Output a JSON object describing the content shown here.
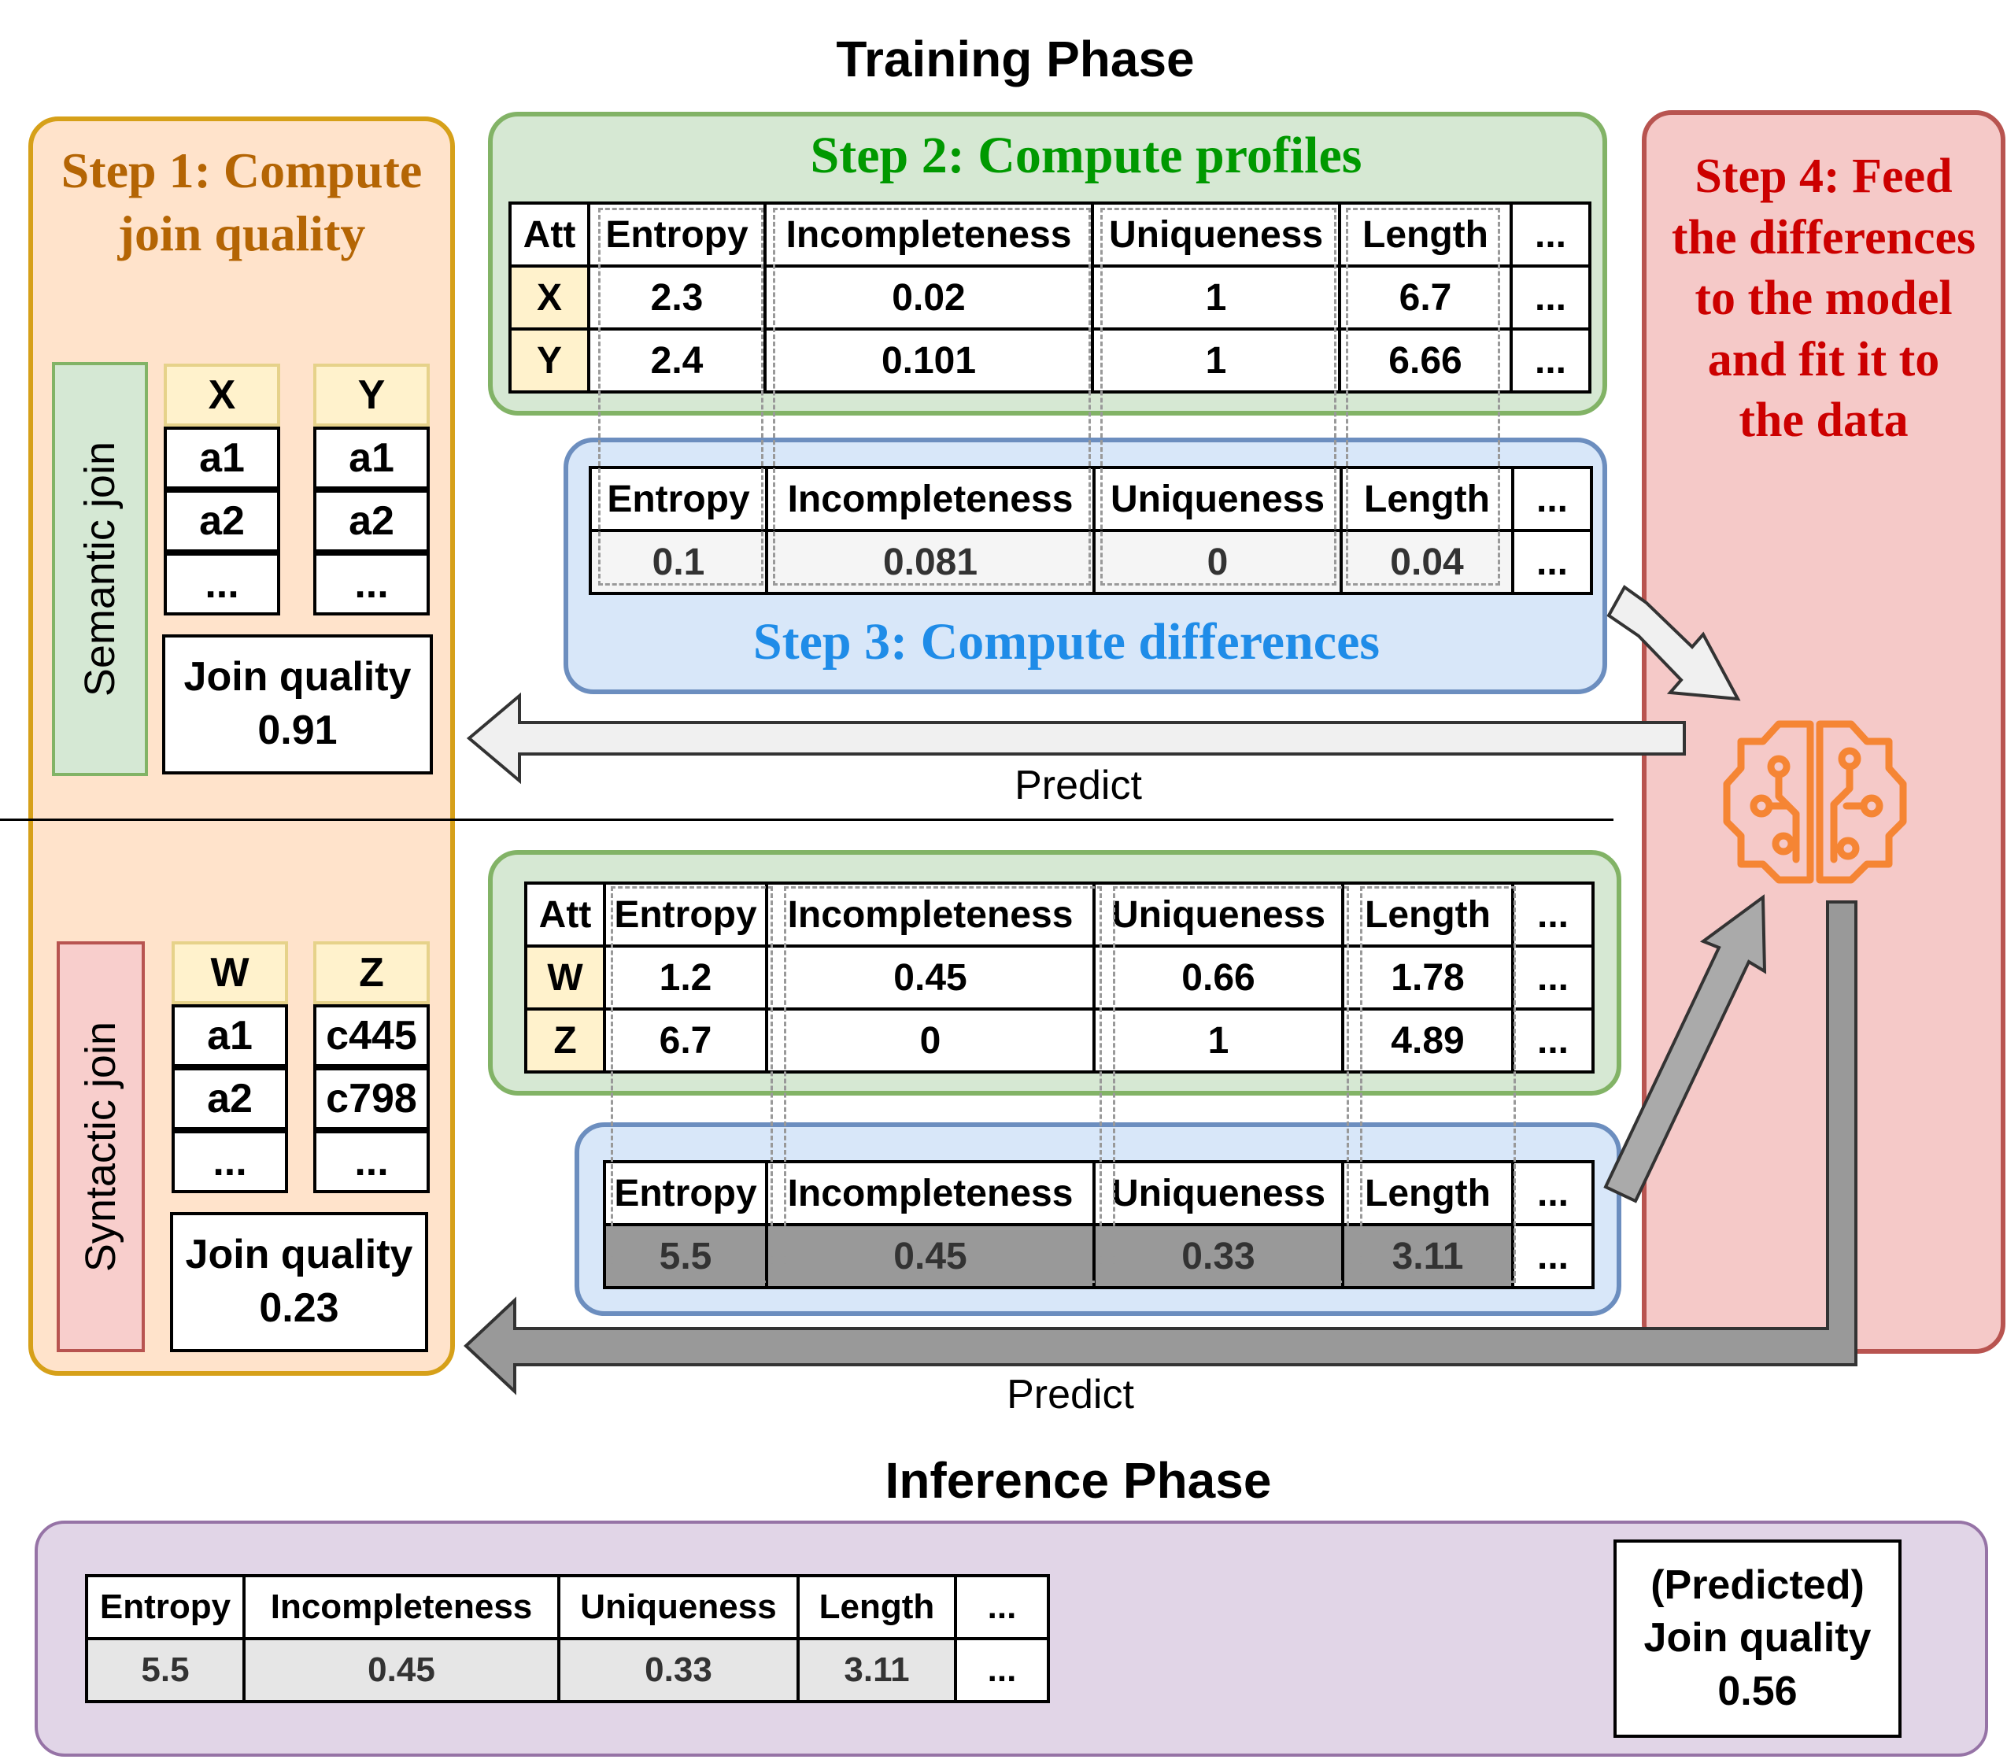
{
  "titles": {
    "training": "Training Phase",
    "inference": "Inference Phase"
  },
  "step1": {
    "line1": "Step 1: Compute",
    "line2": "join quality",
    "color": "#b46504"
  },
  "step2": {
    "title": "Step 2: Compute profiles",
    "color": "#009900"
  },
  "step3": {
    "title": "Step 3: Compute differences",
    "color": "#1f8ce8"
  },
  "step4": {
    "lines": [
      "Step 4: Feed",
      "the differences",
      "to the model",
      "and fit it to",
      "the data"
    ],
    "color": "#cc0000"
  },
  "semantic": {
    "label": "Semantic join",
    "col1": {
      "header": "X",
      "rows": [
        "a1",
        "a2",
        "..."
      ]
    },
    "col2": {
      "header": "Y",
      "rows": [
        "a1",
        "a2",
        "..."
      ]
    },
    "jq_label": "Join quality",
    "jq_value": "0.91"
  },
  "syntactic": {
    "label": "Syntactic join",
    "col1": {
      "header": "W",
      "rows": [
        "a1",
        "a2",
        "..."
      ]
    },
    "col2": {
      "header": "Z",
      "rows": [
        "c445",
        "c798",
        "..."
      ]
    },
    "jq_label": "Join quality",
    "jq_value": "0.23"
  },
  "headers": [
    "Att",
    "Entropy",
    "Incompleteness",
    "Uniqueness",
    "Length",
    "..."
  ],
  "diff_headers": [
    "Entropy",
    "Incompleteness",
    "Uniqueness",
    "Length",
    "..."
  ],
  "profiles_top": [
    [
      "X",
      "2.3",
      "0.02",
      "1",
      "6.7",
      "..."
    ],
    [
      "Y",
      "2.4",
      "0.101",
      "1",
      "6.66",
      "..."
    ]
  ],
  "diff_top": [
    "0.1",
    "0.081",
    "0",
    "0.04",
    "..."
  ],
  "profiles_bottom": [
    [
      "W",
      "1.2",
      "0.45",
      "0.66",
      "1.78",
      "..."
    ],
    [
      "Z",
      "6.7",
      "0",
      "1",
      "4.89",
      "..."
    ]
  ],
  "diff_bottom": [
    "5.5",
    "0.45",
    "0.33",
    "3.11",
    "..."
  ],
  "predict_label": "Predict",
  "inference": {
    "headers": [
      "Entropy",
      "Incompleteness",
      "Uniqueness",
      "Length",
      "..."
    ],
    "values": [
      "5.5",
      "0.45",
      "0.33",
      "3.11",
      "..."
    ],
    "result_line1": "(Predicted)",
    "result_line2": "Join quality",
    "result_value": "0.56"
  },
  "icons": {
    "model": "brain-circuit-icon",
    "arrow": "arrow-icon"
  },
  "colors": {
    "brain": "#f58534"
  }
}
